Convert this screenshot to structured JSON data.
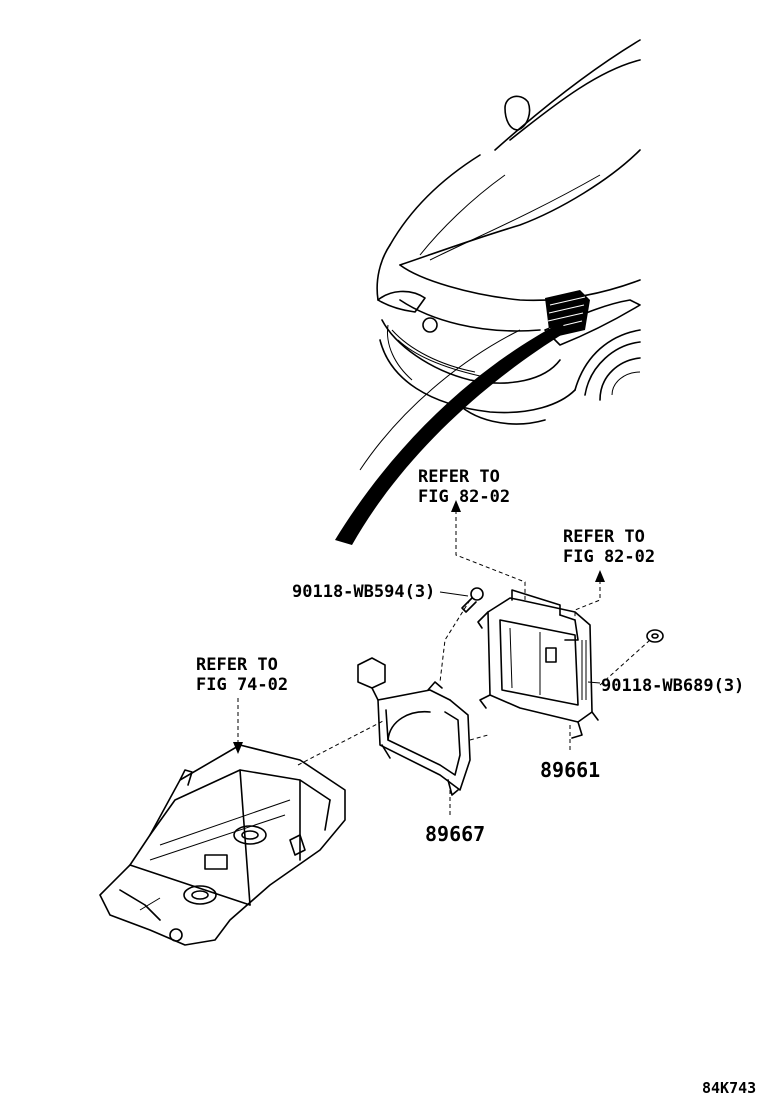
{
  "callouts": {
    "refer_top_line1": "REFER TO",
    "refer_top_line2": "FIG 82-02",
    "refer_right_line1": "REFER TO",
    "refer_right_line2": "FIG 82-02",
    "refer_left_line1": "REFER TO",
    "refer_left_line2": "FIG 74-02"
  },
  "parts": {
    "bolt_left": "90118-WB594(3)",
    "bolt_right": "90118-WB689(3)",
    "ecu": "89661",
    "bracket": "89667"
  },
  "figure_code": "84K743",
  "colors": {
    "ink": "#000000",
    "paper": "#ffffff"
  }
}
